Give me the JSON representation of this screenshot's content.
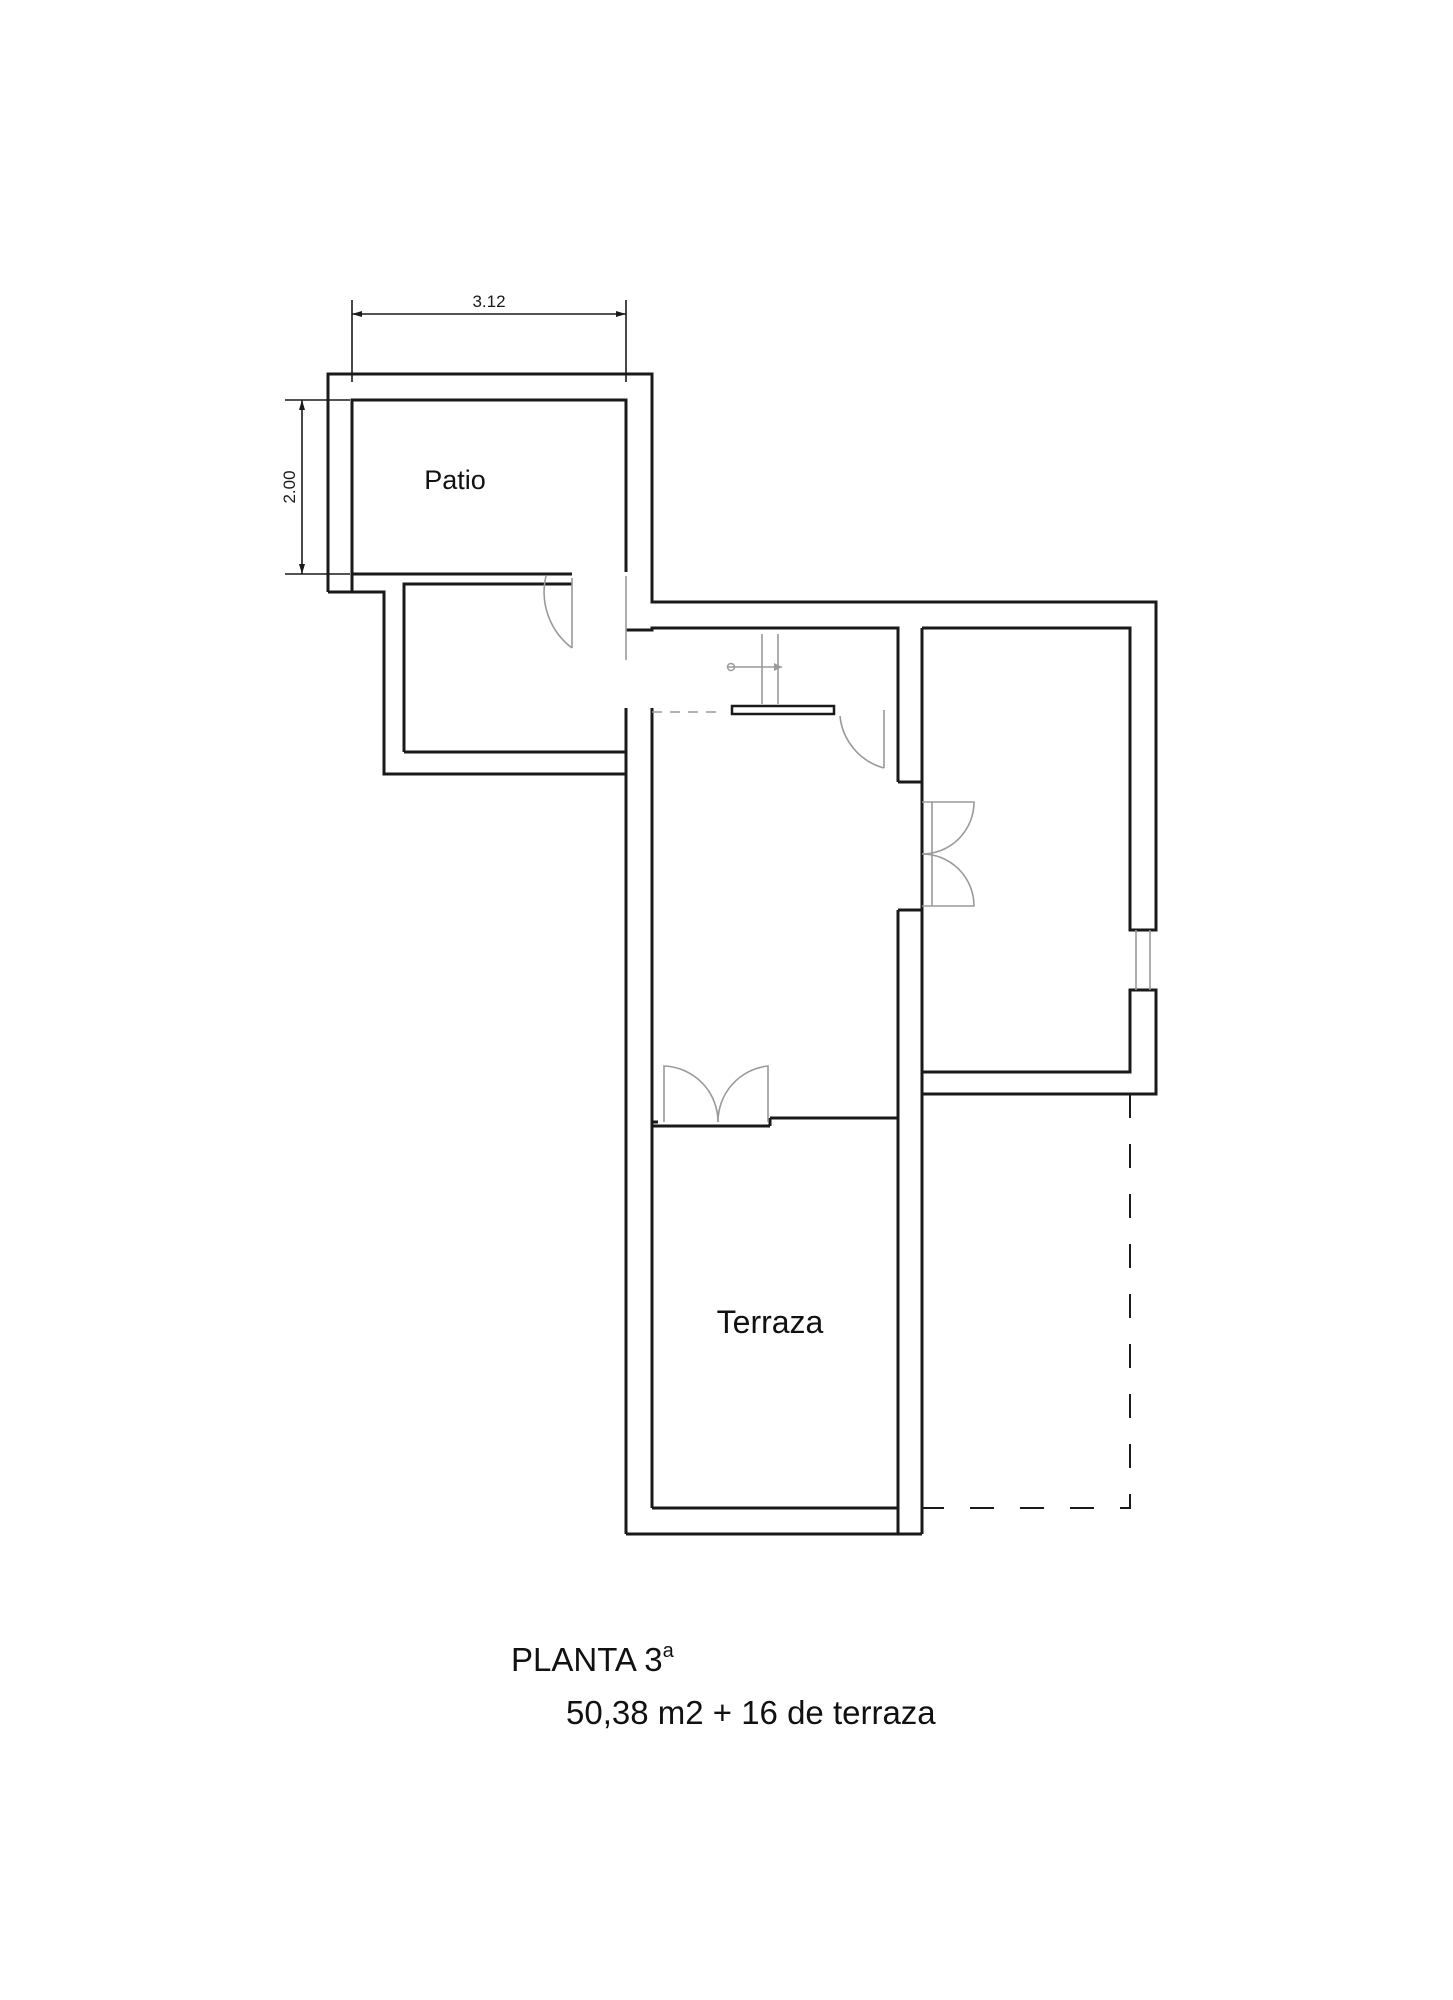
{
  "plan": {
    "dimensions": {
      "width_label": "3.12",
      "height_label": "2.00"
    },
    "rooms": {
      "patio": "Patio",
      "terraza": "Terraza"
    }
  },
  "caption": {
    "title_main": "PLANTA 3",
    "title_sup": "a",
    "area": "50,38 m2 + 16 de terraza"
  }
}
